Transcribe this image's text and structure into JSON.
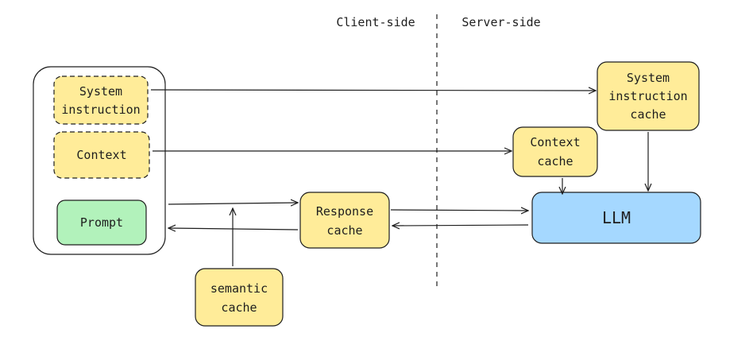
{
  "regions": {
    "client": "Client-side",
    "server": "Server-side"
  },
  "nodes": {
    "system_instruction": [
      "System",
      "instruction"
    ],
    "context": [
      "Context"
    ],
    "prompt": [
      "Prompt"
    ],
    "response_cache": [
      "Response",
      "cache"
    ],
    "semantic_cache": [
      "semantic",
      "cache"
    ],
    "system_instruction_cache": [
      "System",
      "instruction",
      "cache"
    ],
    "context_cache": [
      "Context",
      "cache"
    ],
    "llm": [
      "LLM"
    ]
  },
  "colors": {
    "yellow_fill": "#ffec99",
    "yellow_stroke": "#1e1e1e",
    "green_fill": "#b2f2bb",
    "blue_fill": "#a5d8ff",
    "line": "#1e1e1e"
  }
}
